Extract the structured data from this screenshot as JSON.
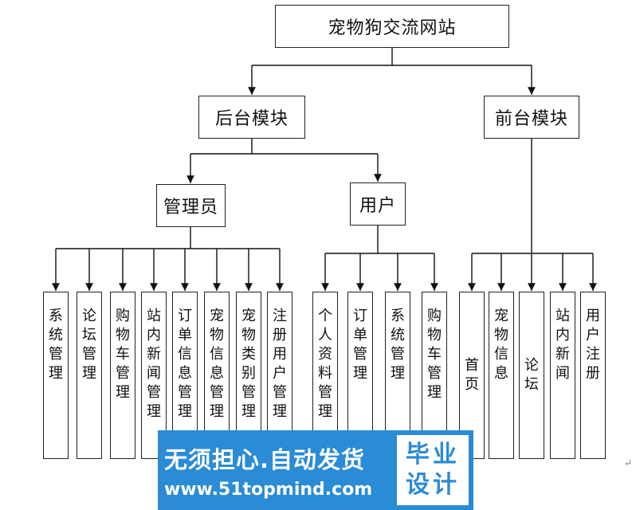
{
  "root": "宠物狗交流网站",
  "backend": {
    "label": "后台模块",
    "admin": {
      "label": "管理员",
      "items": [
        "系统管理",
        "论坛管理",
        "购物车管理",
        "站内新闻管理",
        "订单信息管理",
        "宠物信息管理",
        "宠物类别管理",
        "注册用户管理"
      ]
    },
    "user": {
      "label": "用户",
      "items": [
        "个人资料管理",
        "订单管理",
        "系统管理",
        "购物车管理"
      ]
    }
  },
  "frontend": {
    "label": "前台模块",
    "items": [
      "首页",
      "宠物信息",
      "论坛",
      "站内新闻",
      "用户注册"
    ]
  },
  "watermark": {
    "slogan": "无须担心.自动发货",
    "url": "www.51topmind.com",
    "badge_line1": "毕业",
    "badge_line2": "设计"
  },
  "corner_mark": "↵"
}
